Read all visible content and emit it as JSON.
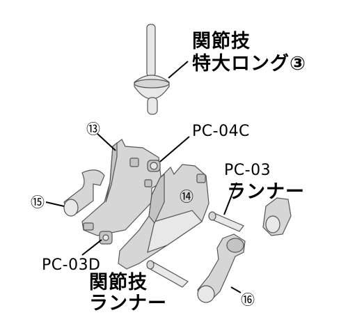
{
  "callouts": {
    "joint_tech_long": {
      "line1": "関節技",
      "line2": "特大ロング③"
    },
    "pc04c": "PC-04C",
    "pc03": {
      "code": "PC-03",
      "sub": "ランナー"
    },
    "pc03d": "PC-03D",
    "joint_runner": {
      "line1": "関節技",
      "line2": "ランナー"
    },
    "num13": "⑬",
    "num14": "⑭",
    "num15": "⑮",
    "num16": "⑯"
  }
}
